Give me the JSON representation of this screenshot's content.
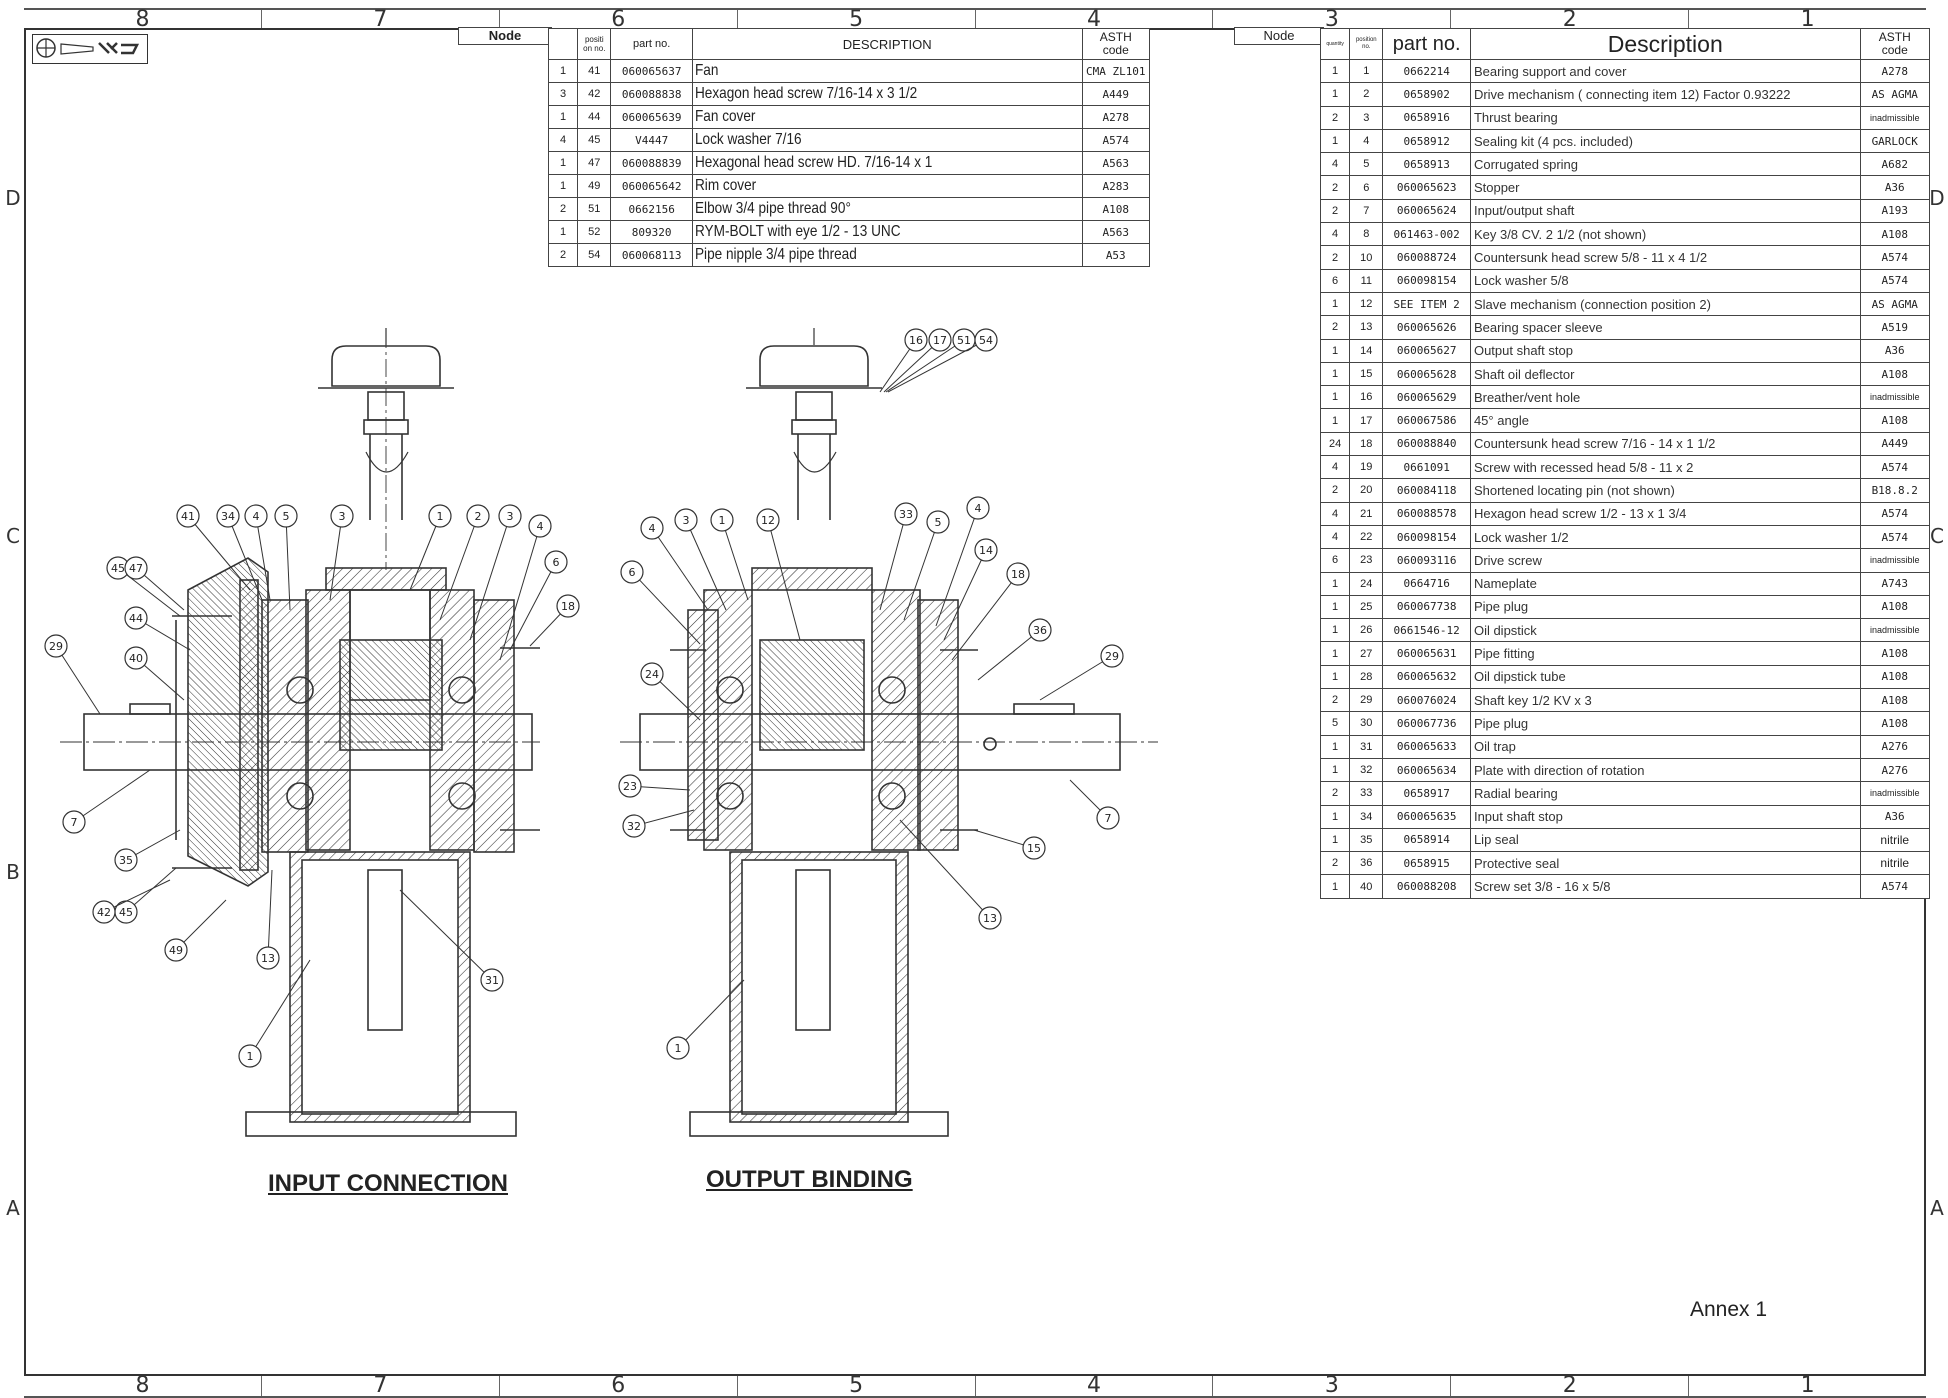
{
  "zones_columns": [
    "8",
    "7",
    "6",
    "5",
    "4",
    "3",
    "2",
    "1"
  ],
  "zones_rows_left": [
    "D",
    "C",
    "B",
    "A"
  ],
  "zones_rows_right": [
    "D",
    "C",
    "A"
  ],
  "left_table": {
    "node_header": "Node",
    "headers": {
      "quantity": "",
      "position": "positi\non no.",
      "part_no": "part no.",
      "description": "DESCRIPTION",
      "astm": "ASTH\ncode"
    },
    "rows": [
      {
        "qty": "1",
        "pos": "41",
        "part": "060065637",
        "desc": "Fan",
        "astm": "CMA ZL101"
      },
      {
        "qty": "3",
        "pos": "42",
        "part": "060088838",
        "desc": "Hexagon head screw 7/16-14 x 3 1/2",
        "astm": "A449"
      },
      {
        "qty": "1",
        "pos": "44",
        "part": "060065639",
        "desc": "Fan cover",
        "astm": "A278"
      },
      {
        "qty": "4",
        "pos": "45",
        "part": "V4447",
        "desc": "Lock washer 7/16",
        "astm": "A574"
      },
      {
        "qty": "1",
        "pos": "47",
        "part": "060088839",
        "desc": "Hexagonal head screw HD. 7/16-14 x 1",
        "astm": "A563"
      },
      {
        "qty": "1",
        "pos": "49",
        "part": "060065642",
        "desc": "Rim cover",
        "astm": "A283"
      },
      {
        "qty": "2",
        "pos": "51",
        "part": "0662156",
        "desc": "Elbow 3/4 pipe thread 90°",
        "astm": "A108"
      },
      {
        "qty": "1",
        "pos": "52",
        "part": "809320",
        "desc": "RYM-BOLT with eye 1/2 - 13 UNC",
        "astm": "A563"
      },
      {
        "qty": "2",
        "pos": "54",
        "part": "060068113",
        "desc": "Pipe nipple 3/4 pipe thread",
        "astm": "A53"
      }
    ]
  },
  "right_table": {
    "node_header": "Node",
    "headers": {
      "quantity": "quantity",
      "position": "position\nno.",
      "part_no": "part no.",
      "description": "Description",
      "astm": "ASTH\ncode"
    },
    "rows": [
      {
        "qty": "1",
        "pos": "1",
        "part": "0662214",
        "desc": "Bearing support and cover",
        "astm": "A278"
      },
      {
        "qty": "1",
        "pos": "2",
        "part": "0658902",
        "desc": "Drive mechanism ( connecting item 12) Factor 0.93222",
        "astm": "AS AGMA"
      },
      {
        "qty": "2",
        "pos": "3",
        "part": "0658916",
        "desc": "Thrust bearing",
        "astm": "inadmissible"
      },
      {
        "qty": "1",
        "pos": "4",
        "part": "0658912",
        "desc": "Sealing kit (4 pcs. included)",
        "astm": "GARLOCK"
      },
      {
        "qty": "4",
        "pos": "5",
        "part": "0658913",
        "desc": "Corrugated spring",
        "astm": "A682"
      },
      {
        "qty": "2",
        "pos": "6",
        "part": "060065623",
        "desc": "Stopper",
        "astm": "A36"
      },
      {
        "qty": "2",
        "pos": "7",
        "part": "060065624",
        "desc": "Input/output shaft",
        "astm": "A193"
      },
      {
        "qty": "4",
        "pos": "8",
        "part": "061463-002",
        "desc": "Key 3/8 CV. 2 1/2 (not shown)",
        "astm": "A108"
      },
      {
        "qty": "2",
        "pos": "10",
        "part": "060088724",
        "desc": "Countersunk head screw 5/8 - 11 x 4 1/2",
        "astm": "A574"
      },
      {
        "qty": "6",
        "pos": "11",
        "part": "060098154",
        "desc": "Lock washer 5/8",
        "astm": "A574"
      },
      {
        "qty": "1",
        "pos": "12",
        "part": "SEE ITEM 2",
        "desc": "Slave mechanism (connection position 2)",
        "astm": "AS AGMA"
      },
      {
        "qty": "2",
        "pos": "13",
        "part": "060065626",
        "desc": "Bearing spacer sleeve",
        "astm": "A519"
      },
      {
        "qty": "1",
        "pos": "14",
        "part": "060065627",
        "desc": "Output shaft stop",
        "astm": "A36"
      },
      {
        "qty": "1",
        "pos": "15",
        "part": "060065628",
        "desc": "Shaft oil deflector",
        "astm": "A108"
      },
      {
        "qty": "1",
        "pos": "16",
        "part": "060065629",
        "desc": "Breather/vent hole",
        "astm": "inadmissible"
      },
      {
        "qty": "1",
        "pos": "17",
        "part": "060067586",
        "desc": "45° angle",
        "astm": "A108"
      },
      {
        "qty": "24",
        "pos": "18",
        "part": "060088840",
        "desc": "Countersunk head screw 7/16 - 14 x 1 1/2",
        "astm": "A449"
      },
      {
        "qty": "4",
        "pos": "19",
        "part": "0661091",
        "desc": "Screw with recessed head 5/8 - 11 x 2",
        "astm": "A574"
      },
      {
        "qty": "2",
        "pos": "20",
        "part": "060084118",
        "desc": "Shortened locating pin (not shown)",
        "astm": "B18.8.2"
      },
      {
        "qty": "4",
        "pos": "21",
        "part": "060088578",
        "desc": "Hexagon head screw 1/2 - 13 x 1 3/4",
        "astm": "A574"
      },
      {
        "qty": "4",
        "pos": "22",
        "part": "060098154",
        "desc": "Lock washer 1/2",
        "astm": "A574"
      },
      {
        "qty": "6",
        "pos": "23",
        "part": "060093116",
        "desc": "Drive screw",
        "astm": "inadmissible"
      },
      {
        "qty": "1",
        "pos": "24",
        "part": "0664716",
        "desc": "Nameplate",
        "astm": "A743"
      },
      {
        "qty": "1",
        "pos": "25",
        "part": "060067738",
        "desc": "Pipe plug",
        "astm": "A108"
      },
      {
        "qty": "1",
        "pos": "26",
        "part": "0661546-12",
        "desc": "Oil dipstick",
        "astm": "inadmissible"
      },
      {
        "qty": "1",
        "pos": "27",
        "part": "060065631",
        "desc": "Pipe fitting",
        "astm": "A108"
      },
      {
        "qty": "1",
        "pos": "28",
        "part": "060065632",
        "desc": "Oil dipstick tube",
        "astm": "A108"
      },
      {
        "qty": "2",
        "pos": "29",
        "part": "060076024",
        "desc": "Shaft key 1/2 KV x 3",
        "astm": "A108"
      },
      {
        "qty": "5",
        "pos": "30",
        "part": "060067736",
        "desc": "Pipe plug",
        "astm": "A108"
      },
      {
        "qty": "1",
        "pos": "31",
        "part": "060065633",
        "desc": "Oil trap",
        "astm": "A276"
      },
      {
        "qty": "1",
        "pos": "32",
        "part": "060065634",
        "desc": "Plate with direction of rotation",
        "astm": "A276"
      },
      {
        "qty": "2",
        "pos": "33",
        "part": "0658917",
        "desc": "Radial bearing",
        "astm": "inadmissible"
      },
      {
        "qty": "1",
        "pos": "34",
        "part": "060065635",
        "desc": "Input shaft stop",
        "astm": "A36"
      },
      {
        "qty": "1",
        "pos": "35",
        "part": "0658914",
        "desc": "Lip seal",
        "astm": "nitrile"
      },
      {
        "qty": "2",
        "pos": "36",
        "part": "0658915",
        "desc": "Protective seal",
        "astm": "nitrile"
      },
      {
        "qty": "1",
        "pos": "40",
        "part": "060088208",
        "desc": "Screw set 3/8 - 16 x 5/8",
        "astm": "A574"
      }
    ]
  },
  "captions": {
    "input": "INPUT CONNECTION",
    "output": "OUTPUT BINDING"
  },
  "annex": "Annex 1",
  "callouts_input": [
    "41",
    "34",
    "4",
    "5",
    "3",
    "1",
    "2",
    "3",
    "4",
    "6",
    "18",
    "45",
    "47",
    "44",
    "29",
    "40",
    "7",
    "35",
    "45",
    "42",
    "49",
    "13",
    "31",
    "1"
  ],
  "callouts_output": [
    "16",
    "17",
    "51",
    "54",
    "4",
    "3",
    "1",
    "12",
    "33",
    "5",
    "4",
    "14",
    "18",
    "6",
    "36",
    "29",
    "24",
    "23",
    "32",
    "15",
    "7",
    "13",
    "1"
  ]
}
